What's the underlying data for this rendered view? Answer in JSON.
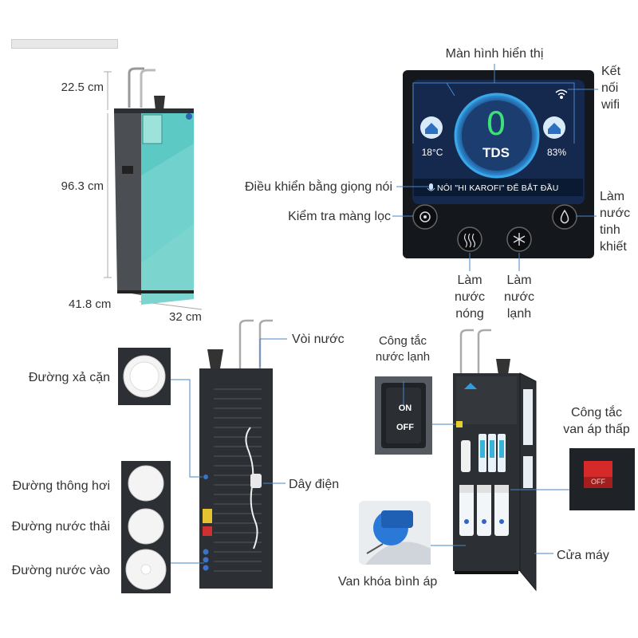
{
  "dimensions": {
    "height_top": "22.5 cm",
    "height_body": "96.3 cm",
    "depth": "41.8 cm",
    "width": "32 cm"
  },
  "display_panel": {
    "tds_value": "0",
    "tds_label": "TDS",
    "temperature": "18°C",
    "humidity": "83%",
    "voice_prompt": "NÓI \"HI KAROFI\" ĐỂ BẮT ĐẦU"
  },
  "callouts_panel": {
    "display": "Màn hình hiển thị",
    "wifi_line1": "Kết",
    "wifi_line2": "nối",
    "wifi_line3": "wifi",
    "voice": "Điều khiển bằng giọng nói",
    "filter_check": "Kiểm tra màng lọc",
    "pure_line1": "Làm",
    "pure_line2": "nước",
    "pure_line3": "tinh",
    "pure_line4": "khiết",
    "hot_line1": "Làm",
    "hot_line2": "nước",
    "hot_line3": "nóng",
    "cold_line1": "Làm",
    "cold_line2": "nước",
    "cold_line3": "lạnh"
  },
  "callouts_back": {
    "faucet": "Vòi nước",
    "drain": "Đường xả cặn",
    "power": "Dây điện",
    "vent": "Đường thông hơi",
    "waste": "Đường nước thải",
    "inlet": "Đường nước vào"
  },
  "callouts_inside": {
    "cold_switch_line1": "Công tắc",
    "cold_switch_line2": "nước lạnh",
    "switch_on": "ON",
    "switch_off": "OFF",
    "low_pressure_line1": "Công tắc",
    "low_pressure_line2": "van áp thấp",
    "low_pressure_off": "OFF",
    "door": "Cửa máy",
    "tank_valve": "Van khóa bình áp"
  },
  "colors": {
    "cabinet_teal": "#5cc9c4",
    "cabinet_dark": "#3b3f44",
    "panel_black": "#14171b",
    "accent_blue": "#2f9be0",
    "tds_green": "#3ee07a",
    "callout_line": "#4a86c8"
  }
}
